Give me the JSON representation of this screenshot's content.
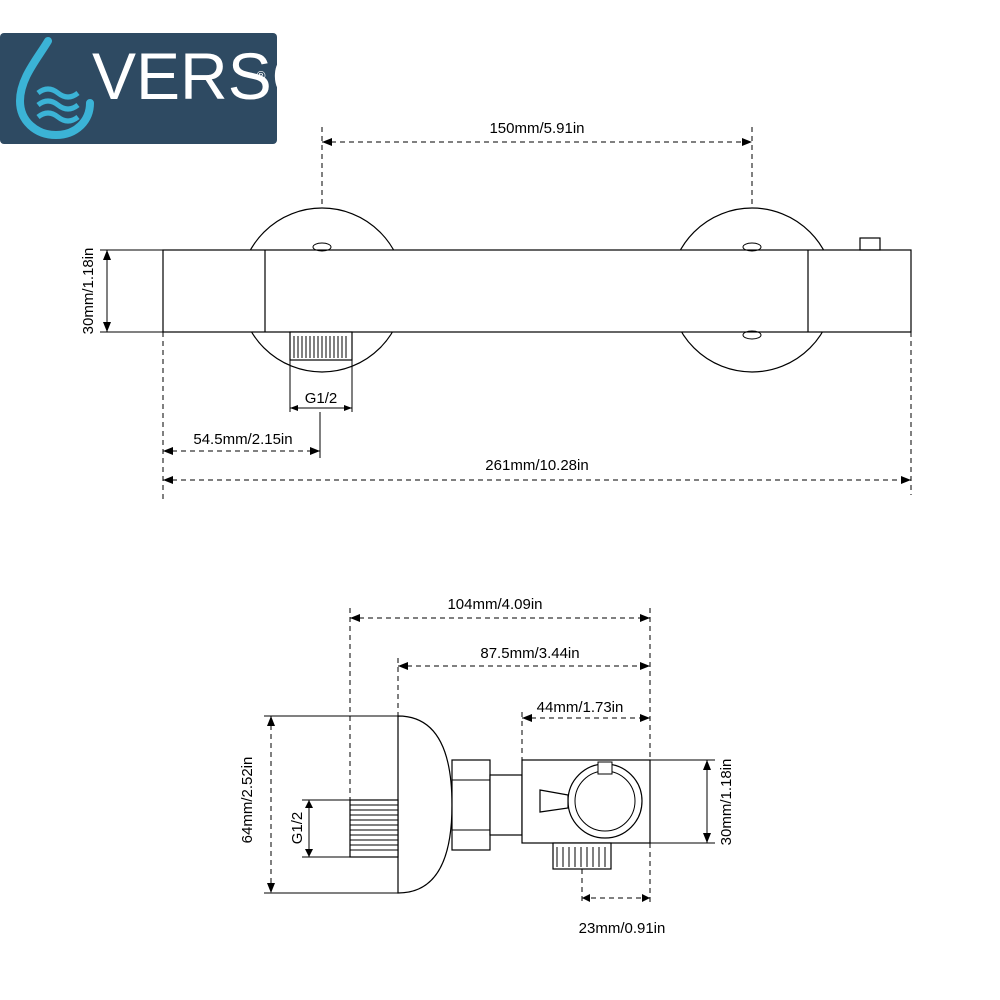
{
  "brand": {
    "name": "VERSO",
    "reg_mark": "®",
    "bg_color": "#2e4a62",
    "icon_color": "#3bb3d6"
  },
  "top_view": {
    "spacing": "150mm/5.91in",
    "height": "30mm/1.18in",
    "thread": "G1/2",
    "offset": "54.5mm/2.15in",
    "total_length": "261mm/10.28in"
  },
  "side_view": {
    "depth_total": "104mm/4.09in",
    "depth_mid": "87.5mm/3.44in",
    "depth_holder": "44mm/1.73in",
    "height_total": "64mm/2.52in",
    "thread": "G1/2",
    "holder_height": "30mm/1.18in",
    "outlet_offset": "23mm/0.91in"
  }
}
